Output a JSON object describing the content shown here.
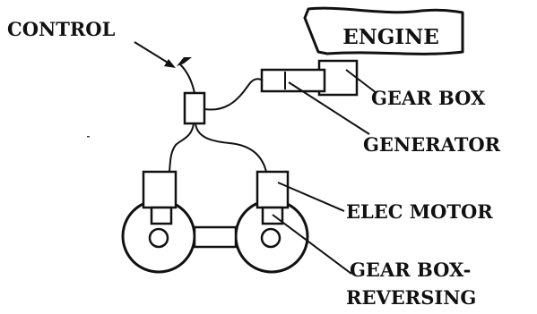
{
  "diagram": {
    "labels": {
      "engine": "ENGINE",
      "control": "CONTROL",
      "gear_box": "GEAR BOX",
      "generator": "GENERATOR",
      "elec_motor": "ELEC MOTOR",
      "gear_box_reversing_line1": "GEAR BOX-",
      "gear_box_reversing_line2": "REVERSING"
    },
    "colors": {
      "ink": "#111111",
      "background": "#ffffff"
    }
  }
}
